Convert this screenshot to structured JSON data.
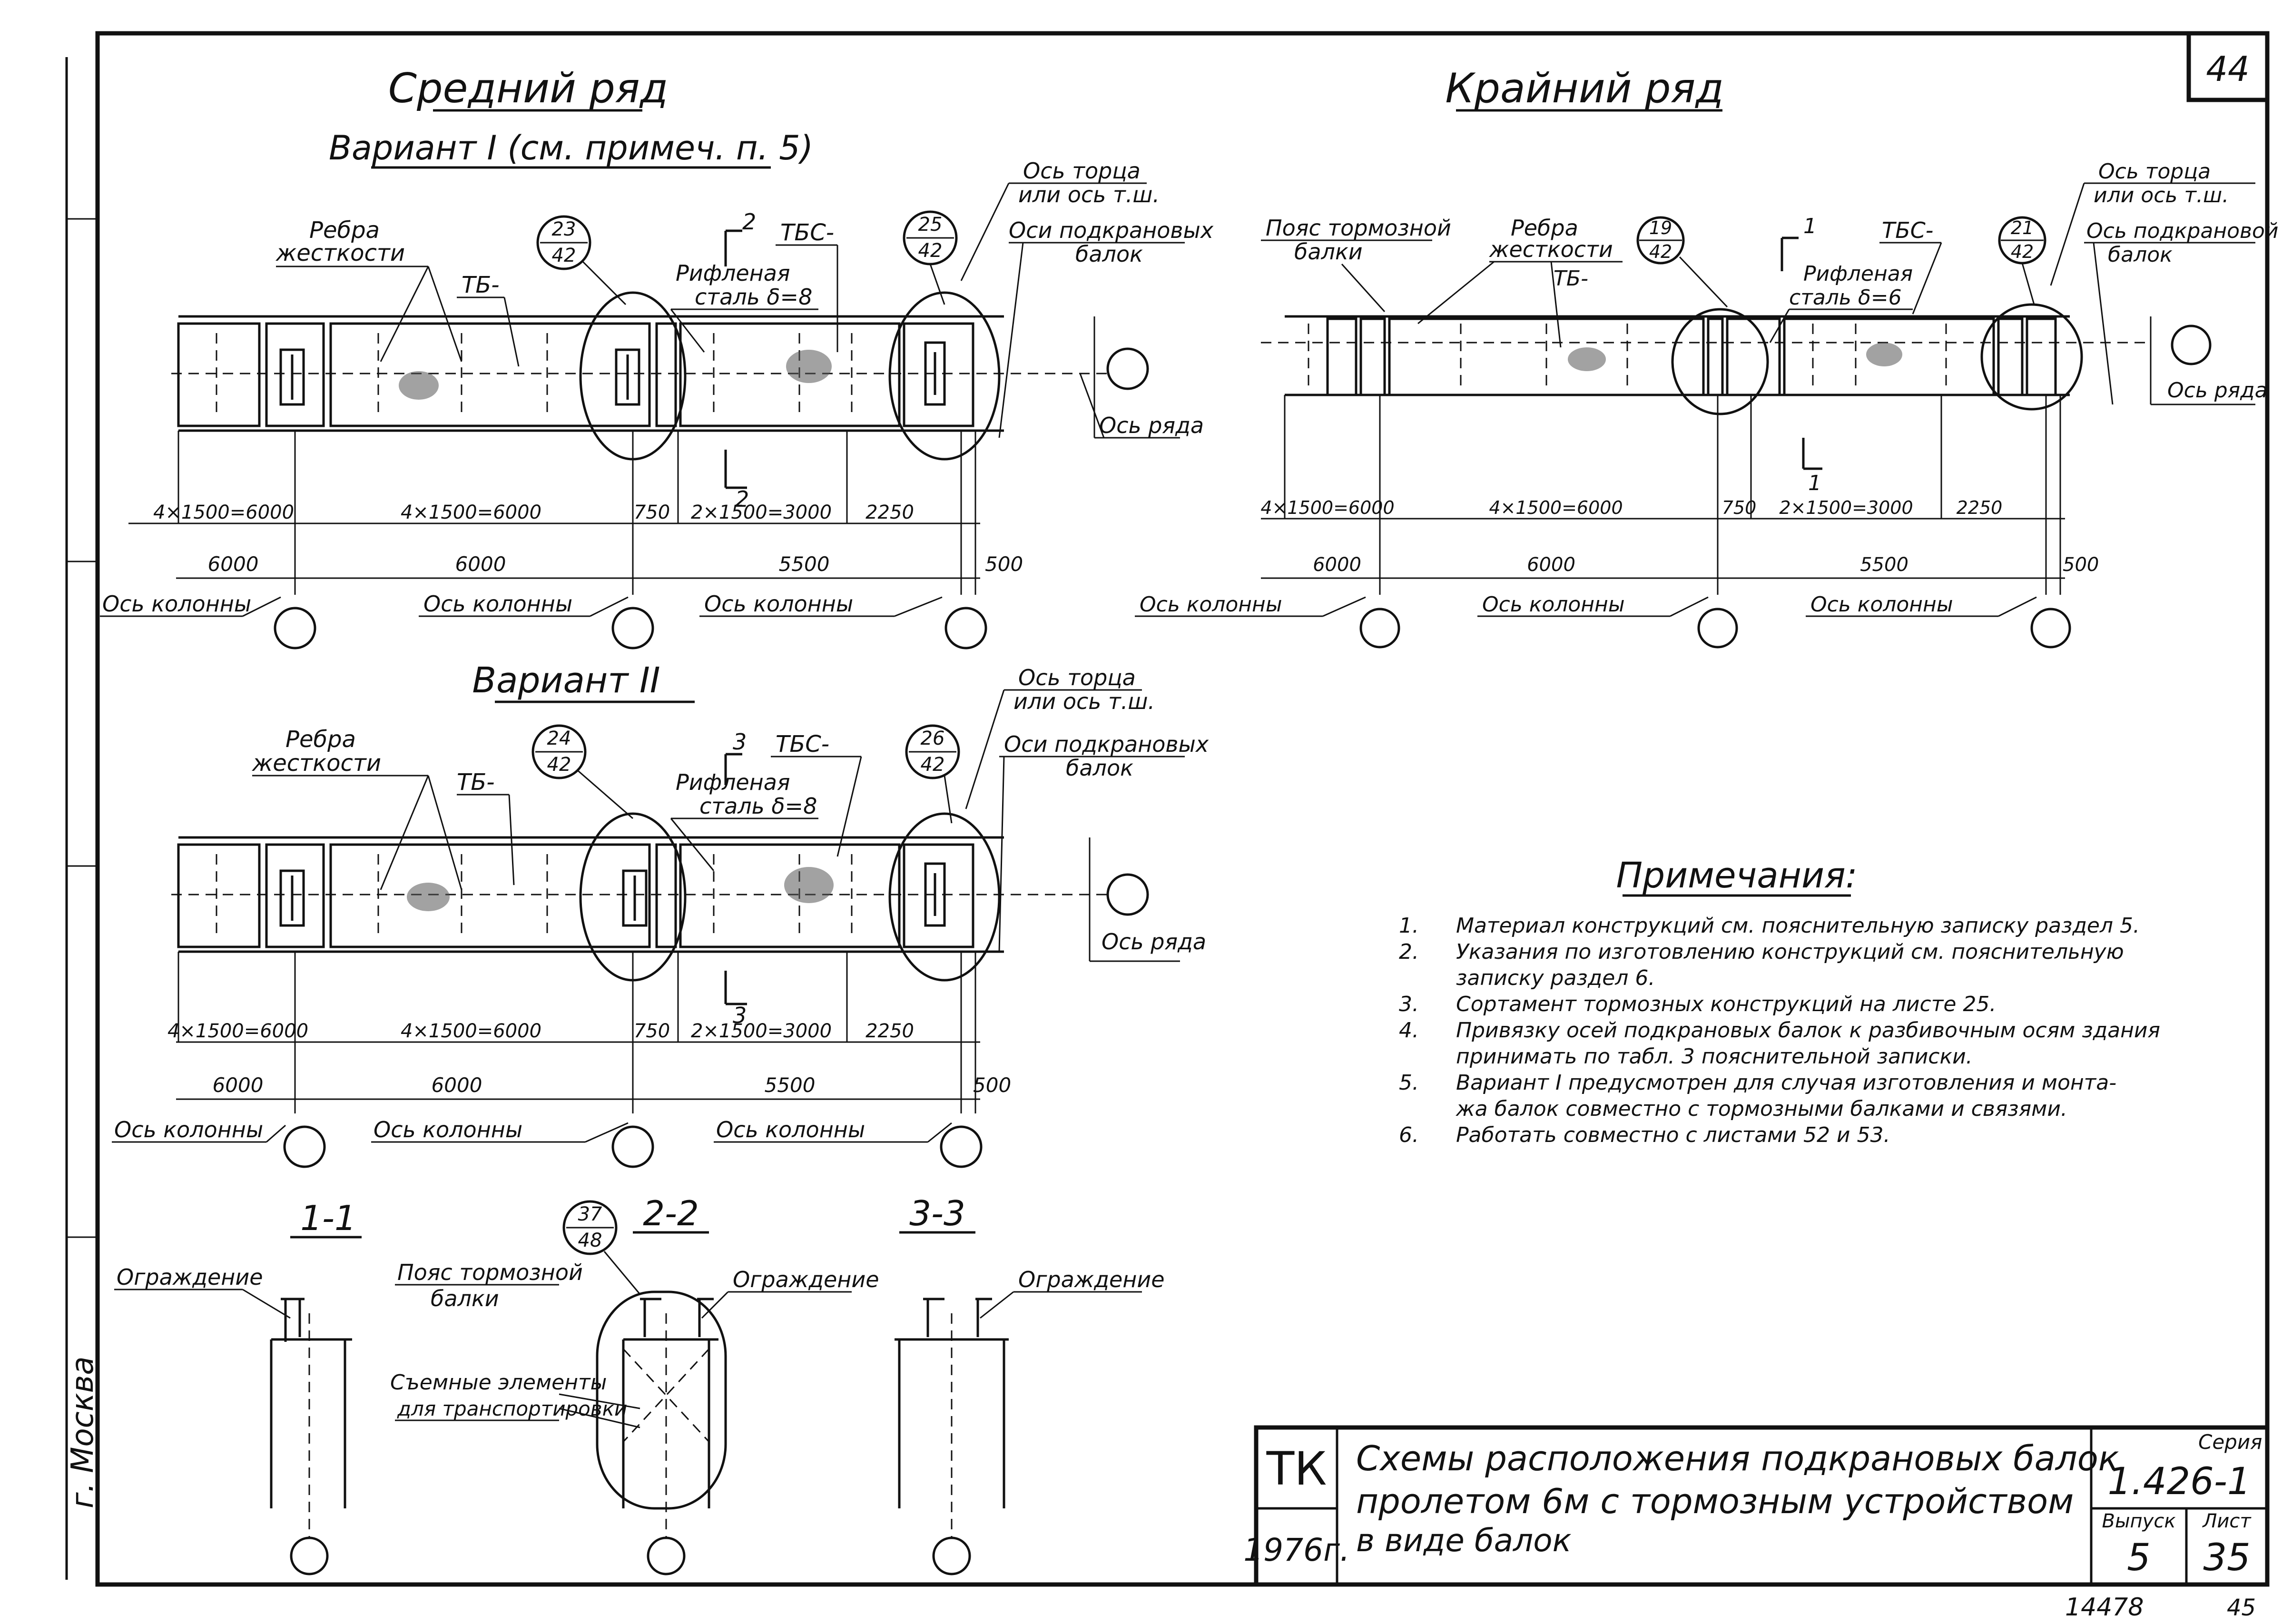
{
  "sheet_number": "44",
  "top": {
    "middle_row_title": "Средний ряд",
    "edge_row_title": "Крайний ряд",
    "variant1_title": "Вариант I (см. примеч. п. 5)",
    "variant2_title": "Вариант II"
  },
  "labels": {
    "ribs": "Ребра",
    "ribs2": "жесткости",
    "tb": "ТБ-",
    "tbs": "ТБС-",
    "ribbed_steel": "Рифленая",
    "steel8": "сталь δ=8",
    "steel6": "сталь δ=6",
    "end_axis": "Ось торца",
    "or_axis": "или ось т.ш.",
    "crane_axes": "Оси подкрановых",
    "crane_axes_edge": "Ось подкрановой",
    "beams": "балок",
    "beam": "балки",
    "brake_belt": "Пояс тормозной",
    "row_axis": "Ось ряда",
    "column_axis": "Ось колонны",
    "fence": "Ограждение",
    "removable": "Съемные элементы",
    "for_transport": "для транспортировки",
    "sec11": "1-1",
    "sec22": "2-2",
    "sec33": "3-3",
    "cut1": "1",
    "cut2": "2",
    "cut3": "3"
  },
  "bubbles": {
    "v1_a": {
      "top": "23",
      "bottom": "42"
    },
    "v1_b": {
      "top": "25",
      "bottom": "42"
    },
    "e_a": {
      "top": "19",
      "bottom": "42"
    },
    "e_b": {
      "top": "21",
      "bottom": "42"
    },
    "v2_a": {
      "top": "24",
      "bottom": "42"
    },
    "v2_b": {
      "top": "26",
      "bottom": "42"
    },
    "s22": {
      "top": "37",
      "bottom": "48"
    }
  },
  "dims": {
    "d1": "4×1500=6000",
    "d2": "4×1500=6000",
    "d3": "750",
    "d4": "2×1500=3000",
    "d5": "2250",
    "d6": "6000",
    "d7": "6000",
    "d8": "5500",
    "d9": "500"
  },
  "notes": {
    "title": "Примечания:",
    "items": [
      {
        "n": "1.",
        "lines": [
          "Материал конструкций см. пояснительную записку раздел 5."
        ]
      },
      {
        "n": "2.",
        "lines": [
          "Указания по изготовлению конструкций см. пояснительную",
          "записку раздел 6."
        ]
      },
      {
        "n": "3.",
        "lines": [
          "Сортамент тормозных конструкций на листе 25."
        ]
      },
      {
        "n": "4.",
        "lines": [
          "Привязку осей подкрановых балок к разбивочным осям здания",
          "принимать по табл. 3 пояснительной записки."
        ]
      },
      {
        "n": "5.",
        "lines": [
          "Вариант I предусмотрен для случая изготовления и монта-",
          "жа балок совместно с тормозными балками и связями."
        ]
      },
      {
        "n": "6.",
        "lines": [
          "Работать совместно с листами 52 и 53."
        ]
      }
    ]
  },
  "stamp": {
    "org": "ТК",
    "year": "1976г.",
    "title_lines": [
      "Схемы расположения подкрановых балок",
      "пролетом 6м с тормозным устройством",
      "в виде балок"
    ],
    "series_label": "Серия",
    "series_value": "1.426-1",
    "issue_label": "Выпуск",
    "issue_value": "5",
    "sheet_label": "Лист",
    "sheet_value": "35"
  },
  "margin_text": "г. Москва",
  "footer_note": "14478",
  "footer_mark": "45"
}
